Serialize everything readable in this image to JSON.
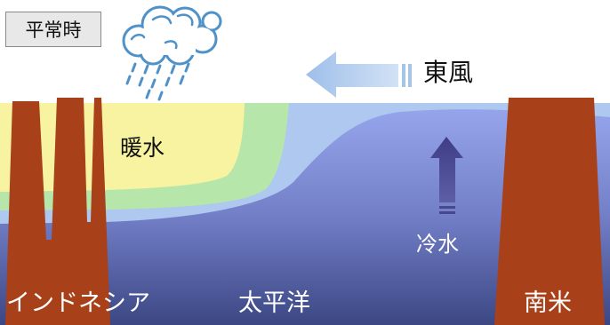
{
  "mode": "平常時",
  "wind": "東風",
  "warm_water": "暖水",
  "cold_water": "冷水",
  "regions": {
    "indonesia": "インドネシア",
    "pacific": "太平洋",
    "south_america": "南米"
  },
  "colors": {
    "land": "#a8401a",
    "ocean_deep": "#3c4784",
    "ocean_mid": "#8c9be0",
    "surface_cool": "#a9c6ef",
    "warm_green": "#b7e6ab",
    "warm_yellow": "#f7f3a1",
    "wind_arrow": "#a4c4ea",
    "upwelling_arrow": "#49478c"
  },
  "icons": [
    "rain-cloud-icon",
    "wind-arrow-icon",
    "upwelling-arrow-icon"
  ]
}
